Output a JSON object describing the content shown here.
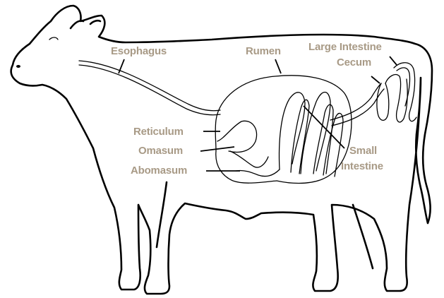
{
  "labels": {
    "esophagus": "Esophagus",
    "rumen": "Rumen",
    "large_intestine": "Large Intestine",
    "cecum": "Cecum",
    "reticulum": "Reticulum",
    "omasum": "Omasum",
    "abomasum": "Abomasum",
    "small_intestine_line1": "Small",
    "small_intestine_line2": "Intestine"
  },
  "colors": {
    "label": "#a89a86",
    "outline": "#000000",
    "background": "#ffffff"
  }
}
